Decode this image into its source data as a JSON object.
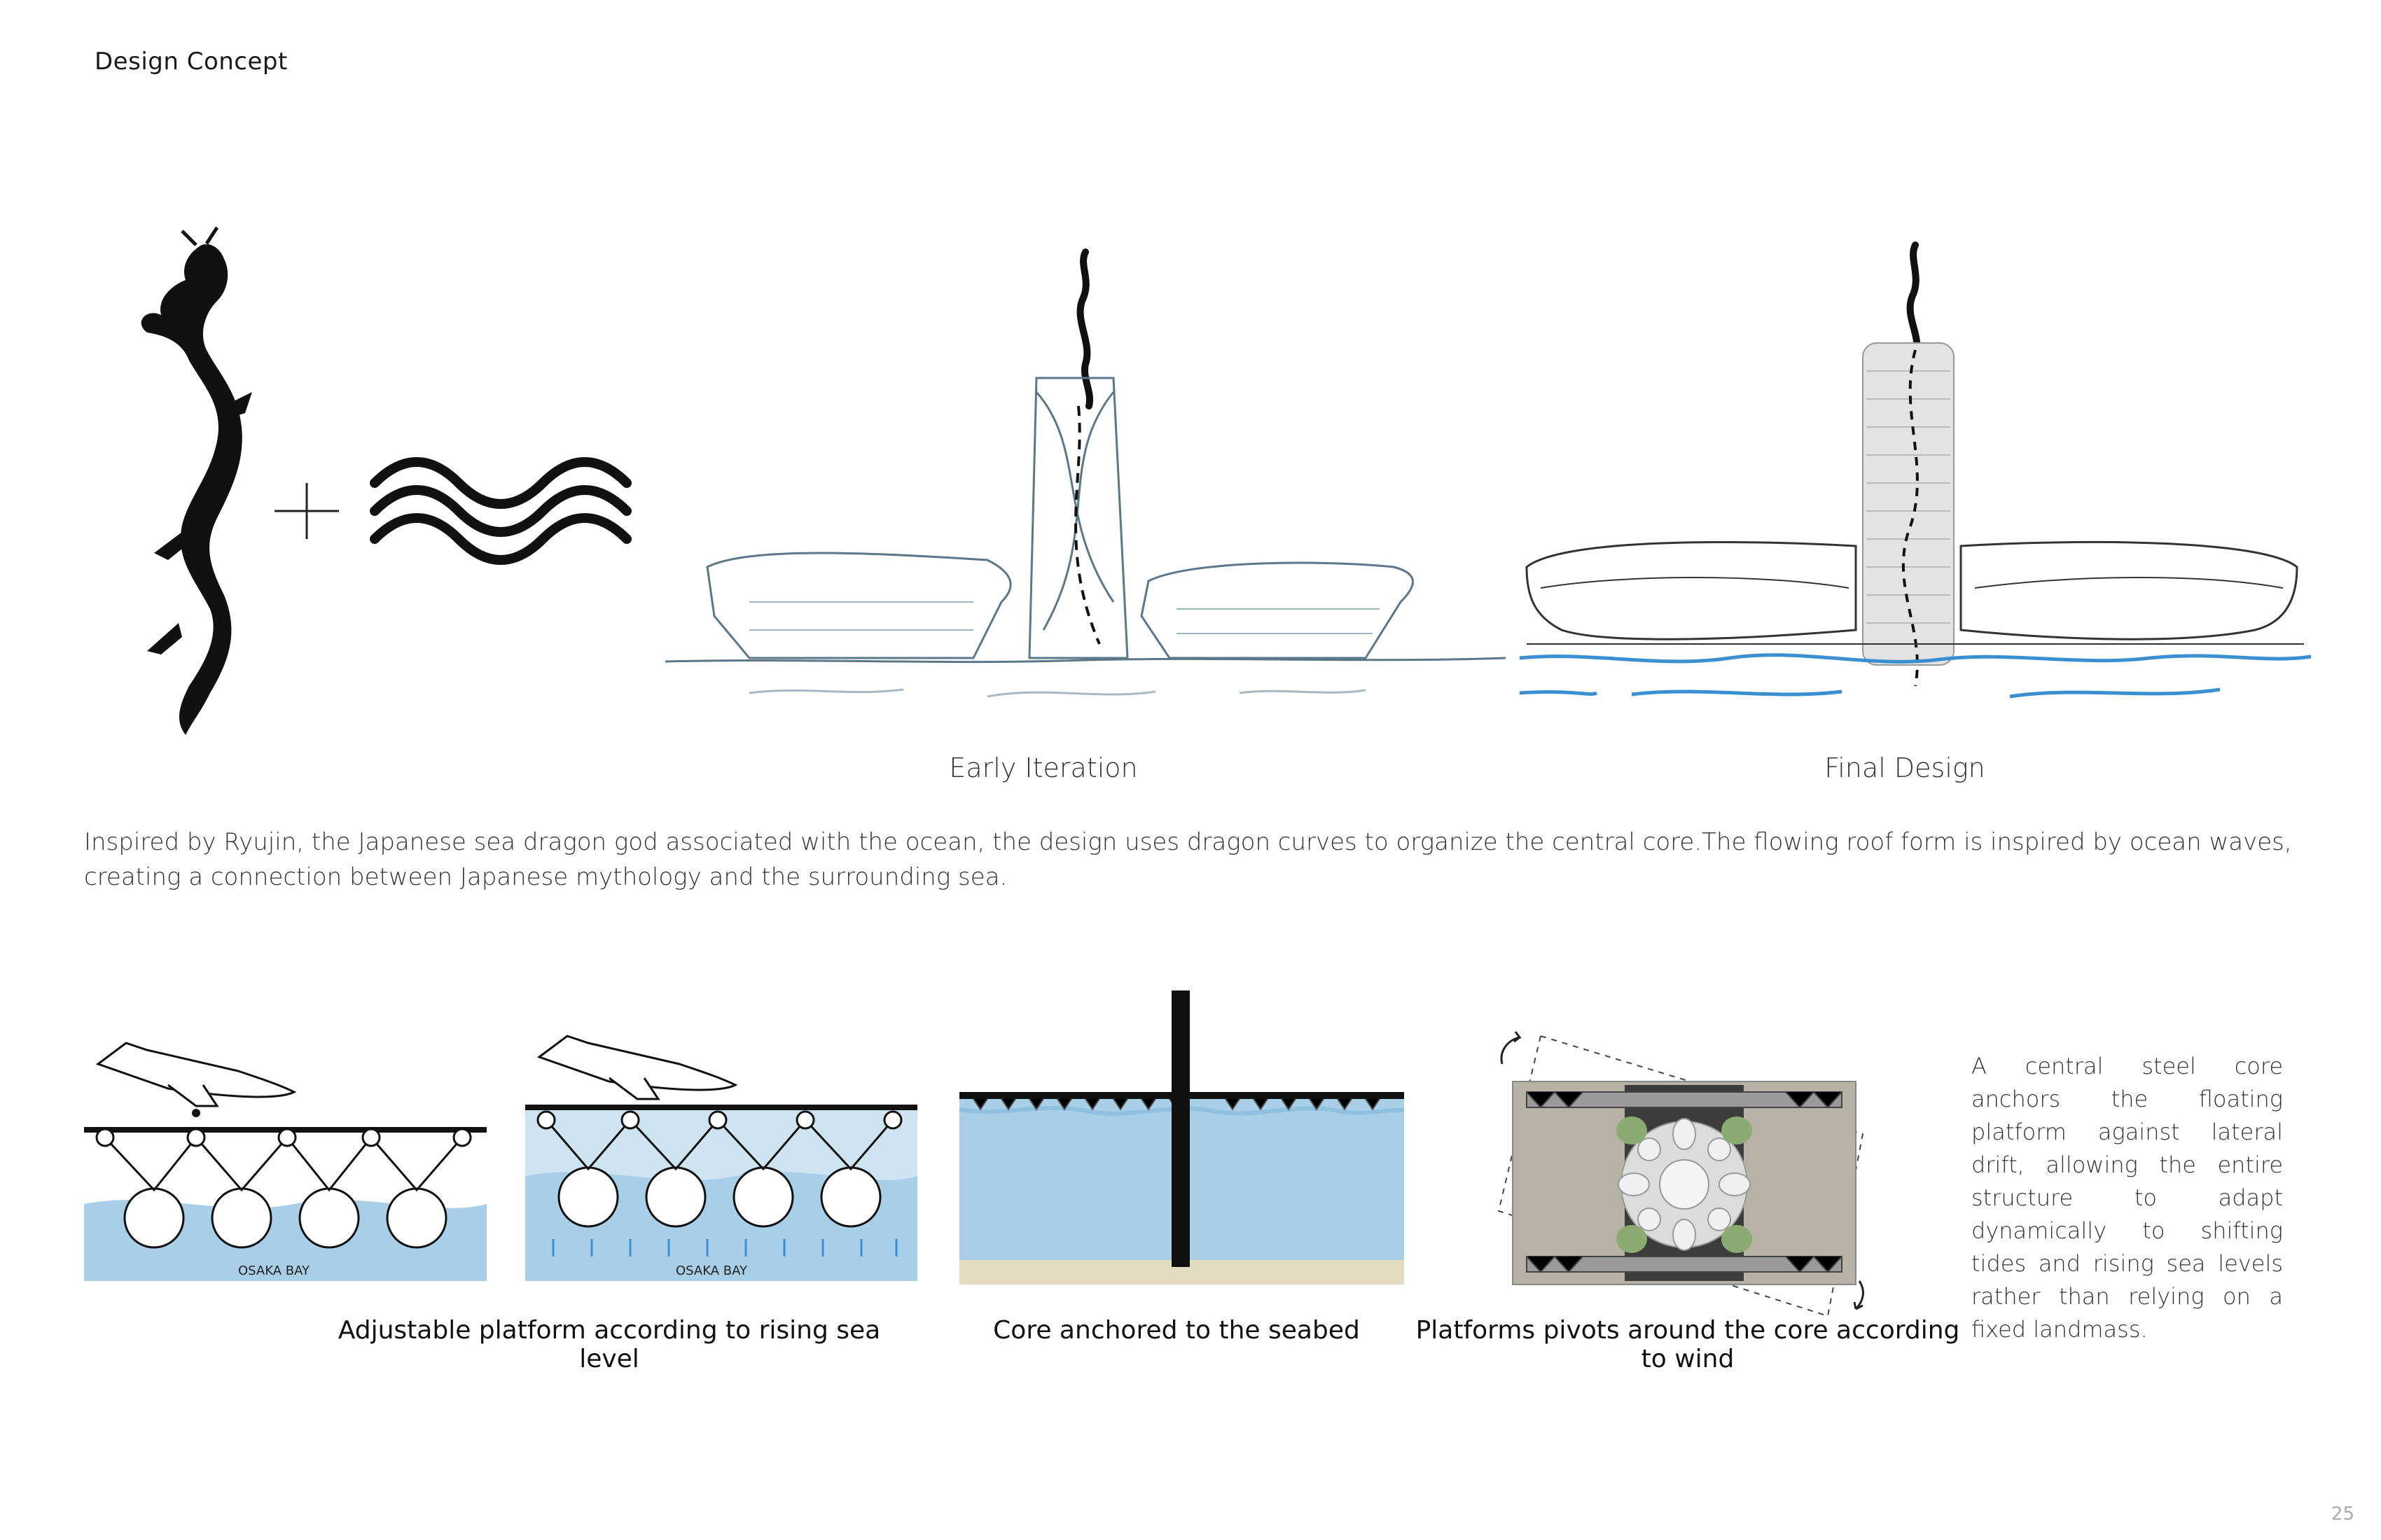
{
  "page": {
    "title": "Design Concept",
    "page_number": "25"
  },
  "concept": {
    "early_label": "Early Iteration",
    "final_label": "Final Design",
    "description": "Inspired by Ryujin, the Japanese sea dragon god associated with the ocean, the design uses dragon curves to organize the central core.The flowing roof form is inspired by ocean waves, creating a connection between Japanese mythology and the surrounding sea."
  },
  "diagrams": {
    "bay_label_1": "OSAKA BAY",
    "bay_label_2": "OSAKA BAY",
    "caption_platform": "Adjustable platform according to rising sea level",
    "caption_core": "Core anchored to the seabed",
    "caption_pivot": "Platforms pivots around the core according to wind",
    "side_text": "A central steel core anchors the floating platform against lateral drift, allowing the entire structure to adapt dynamically to shifting tides and rising sea levels rather than relying on a fixed landmass."
  },
  "colors": {
    "water": "#a9cfe8",
    "water_dark": "#8fc0e0",
    "wave_blue": "#3a8fd0",
    "sand": "#e4dcc0",
    "ink": "#111111",
    "sketch": "#5b7788",
    "platform_concrete": "#b7b2a5"
  }
}
